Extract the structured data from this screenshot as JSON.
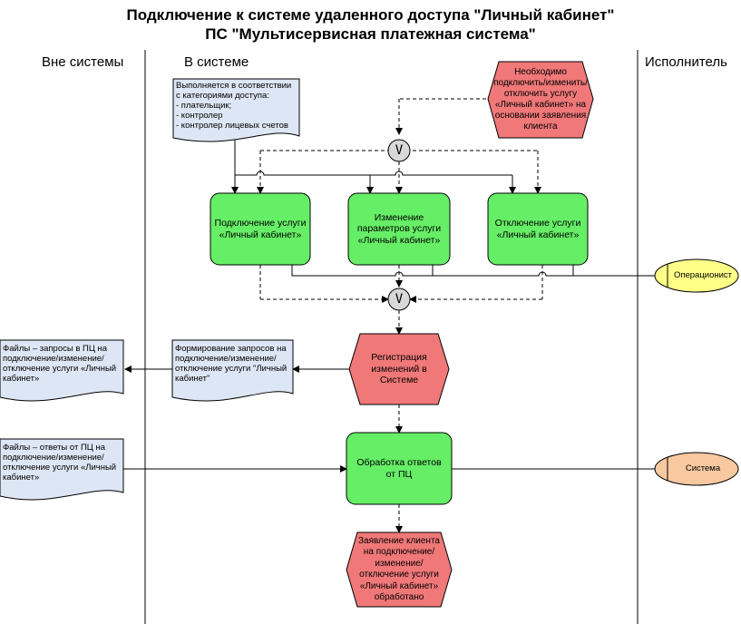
{
  "title": {
    "line1": "Подключение к системе удаленного доступа \"Личный кабинет\"",
    "line2": "ПС \"Мультисервисная платежная система\""
  },
  "lanes": {
    "outside": "Вне системы",
    "inside": "В системе",
    "executor": "Исполнитель"
  },
  "notes": {
    "categories": [
      "Выполняется в соответствии",
      "с категориями доступа:",
      "- плательщик;",
      "- контролер",
      "- контролер лицевых счетов"
    ],
    "files_requests": [
      "Файлы – запросы в ПЦ на",
      "подключение/изменение/",
      "отключение услуги «Личный",
      "кабинет»"
    ],
    "forming_requests": [
      "Формирование запросов на",
      "подключение/изменение/",
      "отключение услуги \"Личный",
      "кабинет\""
    ],
    "files_answers": [
      "Файлы – ответы от ПЦ на",
      "подключение/изменение/",
      "отключение услуги «Личный",
      "кабинет»"
    ]
  },
  "events": {
    "start": [
      "Необходимо",
      "подключить/изменить/",
      "отключить услугу",
      "«Личный кабинет» на",
      "основании заявления",
      "клиента"
    ],
    "registration": [
      "Регистрация",
      "изменений в",
      "Системе"
    ],
    "end": [
      "Заявление клиента",
      "на подключение/",
      "изменение/",
      "отключение услуги",
      "«Личный кабинет»",
      "обработано"
    ]
  },
  "functions": {
    "connect": [
      "Подключение услуги",
      "«Личный кабинет»"
    ],
    "change": [
      "Изменение",
      "параметров услуги",
      "«Личный кабинет»"
    ],
    "disconnect": [
      "Отключение услуги",
      "«Личный кабинет»"
    ],
    "process": [
      "Обработка ответов",
      "от ПЦ"
    ]
  },
  "roles": {
    "operator": "Операционист",
    "system": "Система"
  },
  "operators": {
    "or_top": "V",
    "or_bottom": "V"
  },
  "colors": {
    "function_fill": "#66ee66",
    "event_fill": "#f07878",
    "document_fill": "#dde6f4",
    "operator_role_fill": "#ffff88",
    "system_role_fill": "#f8c8a0",
    "operator_fill": "#d8d8d8"
  }
}
